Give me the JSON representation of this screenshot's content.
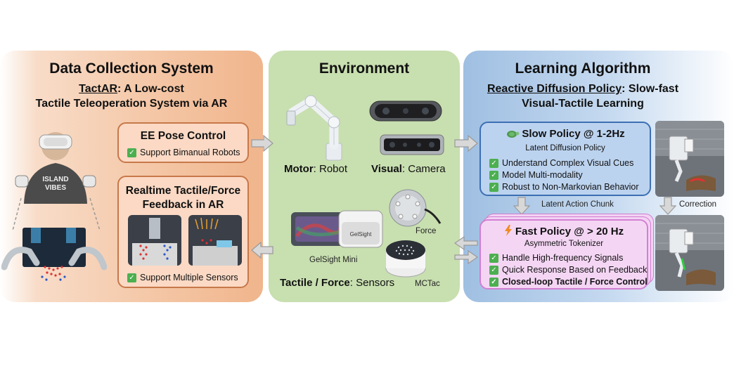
{
  "left": {
    "title": "Data Collection System",
    "subtitle_name": "TactAR",
    "subtitle_rest": ": A Low-cost",
    "subtitle_line2": "Tactile Teleoperation System via AR",
    "ee_box": {
      "title": "EE Pose Control",
      "item": "Support Bimanual Robots"
    },
    "feedback_box": {
      "title_line1": "Realtime Tactile/Force",
      "title_line2": "Feedback in AR",
      "item": "Support Multiple Sensors"
    }
  },
  "mid": {
    "title": "Environment",
    "motor_bold": "Motor",
    "motor_rest": ": Robot",
    "visual_bold": "Visual",
    "visual_rest": ": Camera",
    "tactile_bold": "Tactile / Force",
    "tactile_rest": ": Sensors",
    "force_label": "Force",
    "gelsight_label": "GelSight Mini",
    "mctac_label": "MCTac",
    "gelsight_brand": "GelSight"
  },
  "right": {
    "title": "Learning Algorithm",
    "subtitle_name": "Reactive Diffusion Policy",
    "subtitle_rest": ": Slow-fast",
    "subtitle_line2": "Visual-Tactile Learning",
    "slow": {
      "title": "Slow Policy @ 1-2Hz",
      "sub": "Latent Diffusion Policy",
      "items": [
        "Understand Complex Visual Cues",
        "Model Multi-modality",
        "Robust to Non-Markovian Behavior"
      ]
    },
    "latent_label": "Latent Action Chunk",
    "correction_label": "Correction",
    "fast": {
      "title": "Fast Policy @ > 20 Hz",
      "sub": "Asymmetric Tokenizer",
      "items": [
        "Handle High-frequency Signals",
        "Quick Response Based on Feedback",
        "Closed-loop Tactile / Force Control"
      ]
    }
  },
  "hoodie_text": [
    "ISLAND",
    "VIBES"
  ],
  "colors": {
    "orange_border": "#c7784a",
    "blue_border": "#3c6fb3",
    "pink_border": "#d27fd2",
    "check_green": "#4caf50"
  },
  "icons": [
    "turtle-icon",
    "lightning-icon",
    "check-icon",
    "arrow-right-icon",
    "arrow-left-icon",
    "arrow-down-icon"
  ]
}
